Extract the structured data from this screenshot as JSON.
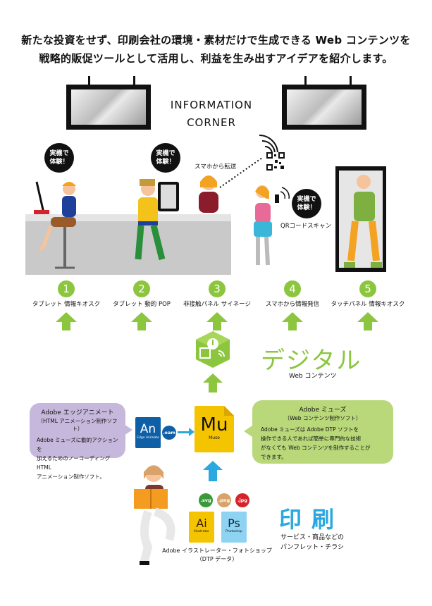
{
  "headline": {
    "line1": "新たな投資をせず、印刷会社の環境・素材だけで生成できる Web コンテンツを",
    "line2": "戦略的販促ツールとして活用し、利益を生み出すアイデアを紹介します。"
  },
  "scene": {
    "corner_line1": "INFORMATION",
    "corner_line2": "CORNER",
    "bubble_text1_a": "実機で",
    "bubble_text1_b": "体験！",
    "bubble_text2_a": "実機で",
    "bubble_text2_b": "体験！",
    "bubble_text3_a": "実機で",
    "bubble_text3_b": "体験！",
    "phone_transfer_label": "スマホから転送",
    "qr_scan_label": "QRコードスキャン"
  },
  "items": [
    {
      "num": "1",
      "label": "タブレット 情報キオスク"
    },
    {
      "num": "2",
      "label": "タブレット 動的 POP"
    },
    {
      "num": "3",
      "label": "非接触パネル サイネージ"
    },
    {
      "num": "4",
      "label": "スマホから情報発信"
    },
    {
      "num": "5",
      "label": "タッチパネル 情報キオスク"
    }
  ],
  "digital": {
    "title": "デジタル",
    "subtitle": "Web コンテンツ"
  },
  "edge": {
    "title": "Adobe エッジアニメート",
    "subtitle": "（HTML アニメーション制作ソフト）",
    "body1": "Adobe ミューズに動的アクションを",
    "body2": "加えるためのノーコーディング HTML",
    "body3": "アニメーション制作ソフト。",
    "icon_text": "An",
    "icon_sub": "Edge Animate",
    "oam_badge": ".oam"
  },
  "muse": {
    "title": "Adobe ミューズ",
    "subtitle": "（Web コンテンツ制作ソフト）",
    "body1": "Adobe ミューズは Adobe DTP ソフトを",
    "body2": "操作できる人であれば簡単に専門的な技術",
    "body3": "がなくても Web コンテンツを制作することが",
    "body4": "できます。",
    "icon_text": "Mu",
    "icon_sub": "Muse"
  },
  "dtp": {
    "ai_text": "Ai",
    "ai_sub": "Illustrator",
    "ps_text": "Ps",
    "ps_sub": "Photoshop",
    "badge_svg": ".svg",
    "badge_png": ".png",
    "badge_jpg": ".jpg",
    "caption1": "Adobe イラストレーター・フォトショップ",
    "caption2": "（DTP データ）"
  },
  "print": {
    "title": "印刷",
    "line1": "サービス・商品などの",
    "line2": "パンフレット・チラシ"
  },
  "colors": {
    "green": "#8cc63f",
    "blue": "#2aa8e0",
    "purple": "#c6b8dc",
    "lightgreen": "#b8d87a",
    "muse_yellow": "#f5c400"
  }
}
